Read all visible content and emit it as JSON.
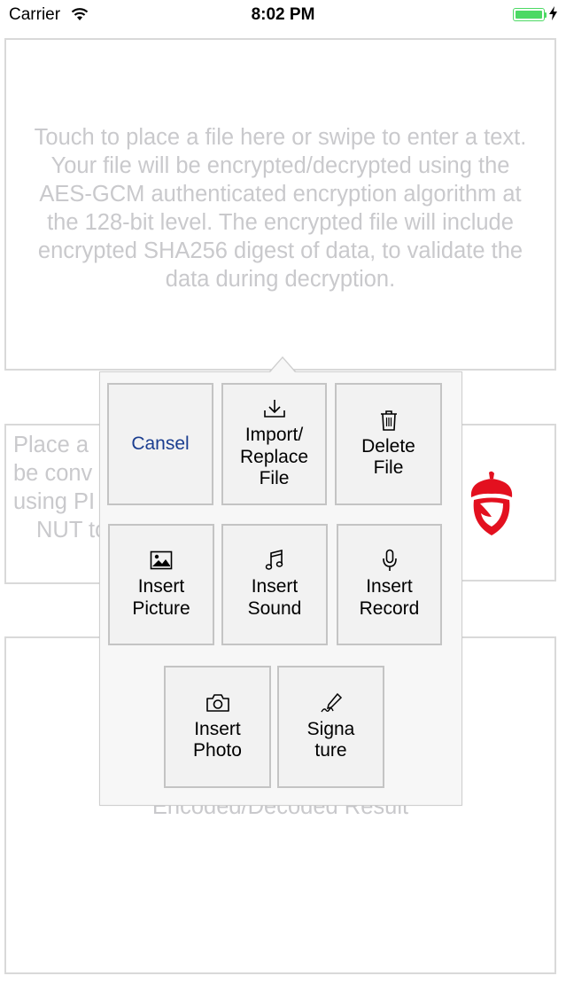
{
  "status_bar": {
    "carrier": "Carrier",
    "time": "8:02 PM",
    "battery_level": 1.0
  },
  "top_panel": {
    "hint": "Touch to place a file here or swipe  to enter a text. Your file will be encrypted/decrypted using the AES-GCM authenticated encryption algorithm at the 128-bit level. The encrypted file will include encrypted SHA256 digest of data, to validate the data during decryption."
  },
  "middle_panel": {
    "hint_lines": [
      "Place a",
      "be conv",
      "using PI",
      "NUT to"
    ]
  },
  "bottom_panel": {
    "result_text": "Encoded/Decoded Result"
  },
  "menu": {
    "items": [
      {
        "label": "Cansel",
        "icon": "none"
      },
      {
        "label": "Import/\nReplace\nFile",
        "icon": "download-icon"
      },
      {
        "label": "Delete\nFile",
        "icon": "trash-icon"
      },
      {
        "label": "Insert\nPicture",
        "icon": "picture-icon"
      },
      {
        "label": "Insert\nSound",
        "icon": "music-note-icon"
      },
      {
        "label": "Insert\nRecord",
        "icon": "microphone-icon"
      },
      {
        "label": "Insert\nPhoto",
        "icon": "camera-icon"
      },
      {
        "label": "Signa\nture",
        "icon": "signature-pen-icon"
      }
    ]
  },
  "colors": {
    "hint_text": "#c9c9cc",
    "cancel_text": "#1a3d8f",
    "acorn": "#e3101f",
    "battery": "#4cd964"
  }
}
